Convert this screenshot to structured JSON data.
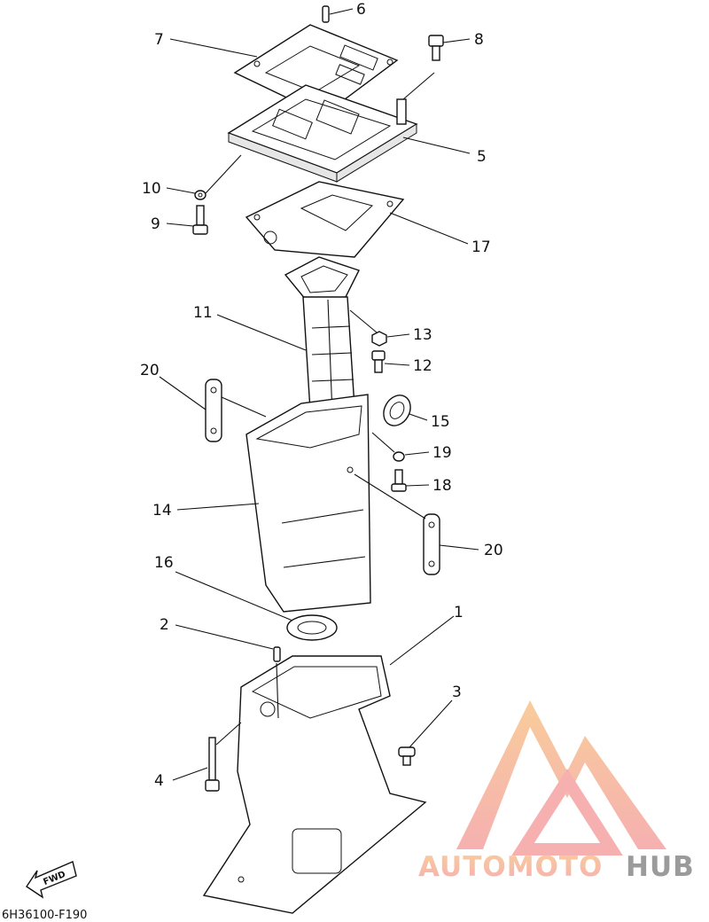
{
  "diagram": {
    "callouts": [
      {
        "id": "6",
        "text": "6"
      },
      {
        "id": "7",
        "text": "7"
      },
      {
        "id": "8",
        "text": "8"
      },
      {
        "id": "5",
        "text": "5"
      },
      {
        "id": "10",
        "text": "10"
      },
      {
        "id": "9",
        "text": "9"
      },
      {
        "id": "17",
        "text": "17"
      },
      {
        "id": "11",
        "text": "11"
      },
      {
        "id": "13",
        "text": "13"
      },
      {
        "id": "12",
        "text": "12"
      },
      {
        "id": "20a",
        "text": "20"
      },
      {
        "id": "15",
        "text": "15"
      },
      {
        "id": "19",
        "text": "19"
      },
      {
        "id": "18",
        "text": "18"
      },
      {
        "id": "14",
        "text": "14"
      },
      {
        "id": "20b",
        "text": "20"
      },
      {
        "id": "16",
        "text": "16"
      },
      {
        "id": "2",
        "text": "2"
      },
      {
        "id": "1",
        "text": "1"
      },
      {
        "id": "3",
        "text": "3"
      },
      {
        "id": "4",
        "text": "4"
      }
    ],
    "fwd_label": "FWD",
    "drawing_code": "6H36100-F190"
  },
  "watermark": {
    "brand_part1": "AUTOMOTO",
    "brand_part2": "HUB",
    "color_primary": "#f5a3a3",
    "color_gradient_top": "#f7c48a",
    "color_secondary": "#8a8a8a"
  }
}
